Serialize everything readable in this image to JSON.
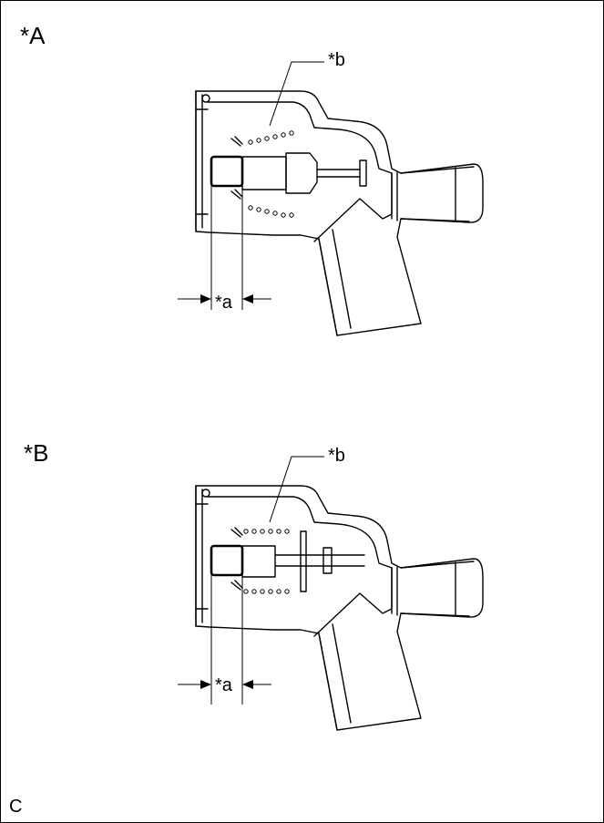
{
  "figure": {
    "panels": [
      {
        "id": "A",
        "label": "*A",
        "callout_a": "*a",
        "callout_b": "*b",
        "state": "closed"
      },
      {
        "id": "B",
        "label": "*B",
        "callout_a": "*a",
        "callout_b": "*b",
        "state": "open"
      }
    ],
    "corner_code": "C"
  }
}
